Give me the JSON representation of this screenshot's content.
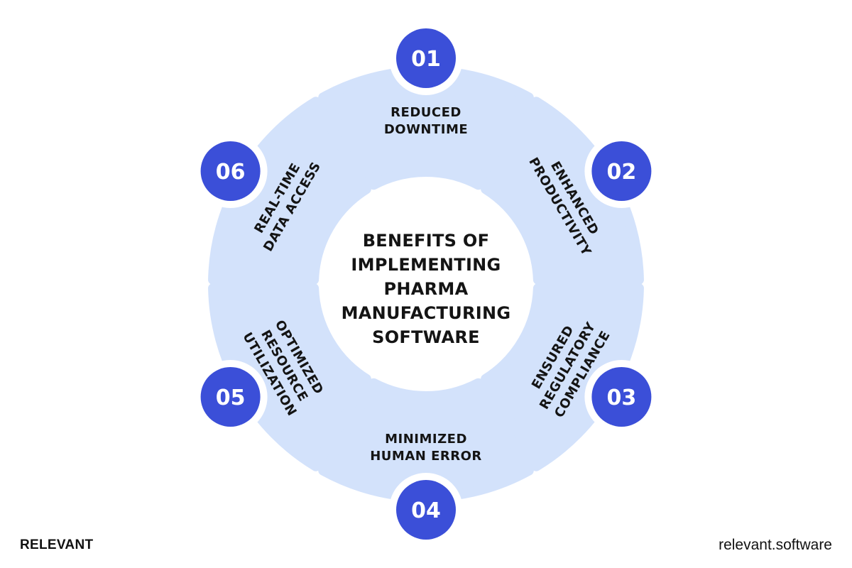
{
  "title": {
    "lines": [
      "BENEFITS OF",
      "IMPLEMENTING",
      "PHARMA",
      "MANUFACTURING",
      "SOFTWARE"
    ]
  },
  "segments": [
    {
      "number": "01",
      "lines": [
        "REDUCED",
        "DOWNTIME"
      ]
    },
    {
      "number": "02",
      "lines": [
        "ENHANCED",
        "PRODUCTIVITY"
      ]
    },
    {
      "number": "03",
      "lines": [
        "ENSURED",
        "REGULATORY",
        "COMPLIANCE"
      ]
    },
    {
      "number": "04",
      "lines": [
        "MINIMIZED",
        "HUMAN ERROR"
      ]
    },
    {
      "number": "05",
      "lines": [
        "OPTIMIZED",
        "RESOURCE",
        "UTILIZATION"
      ]
    },
    {
      "number": "06",
      "lines": [
        "REAL-TIME",
        "DATA ACCESS"
      ]
    }
  ],
  "footer": {
    "brand": "RELEVANT",
    "site": "relevant.software"
  },
  "colors": {
    "segment_fill": "#d3e2fb",
    "badge_fill": "#3b4fd8",
    "text": "#141414",
    "background": "#ffffff"
  }
}
